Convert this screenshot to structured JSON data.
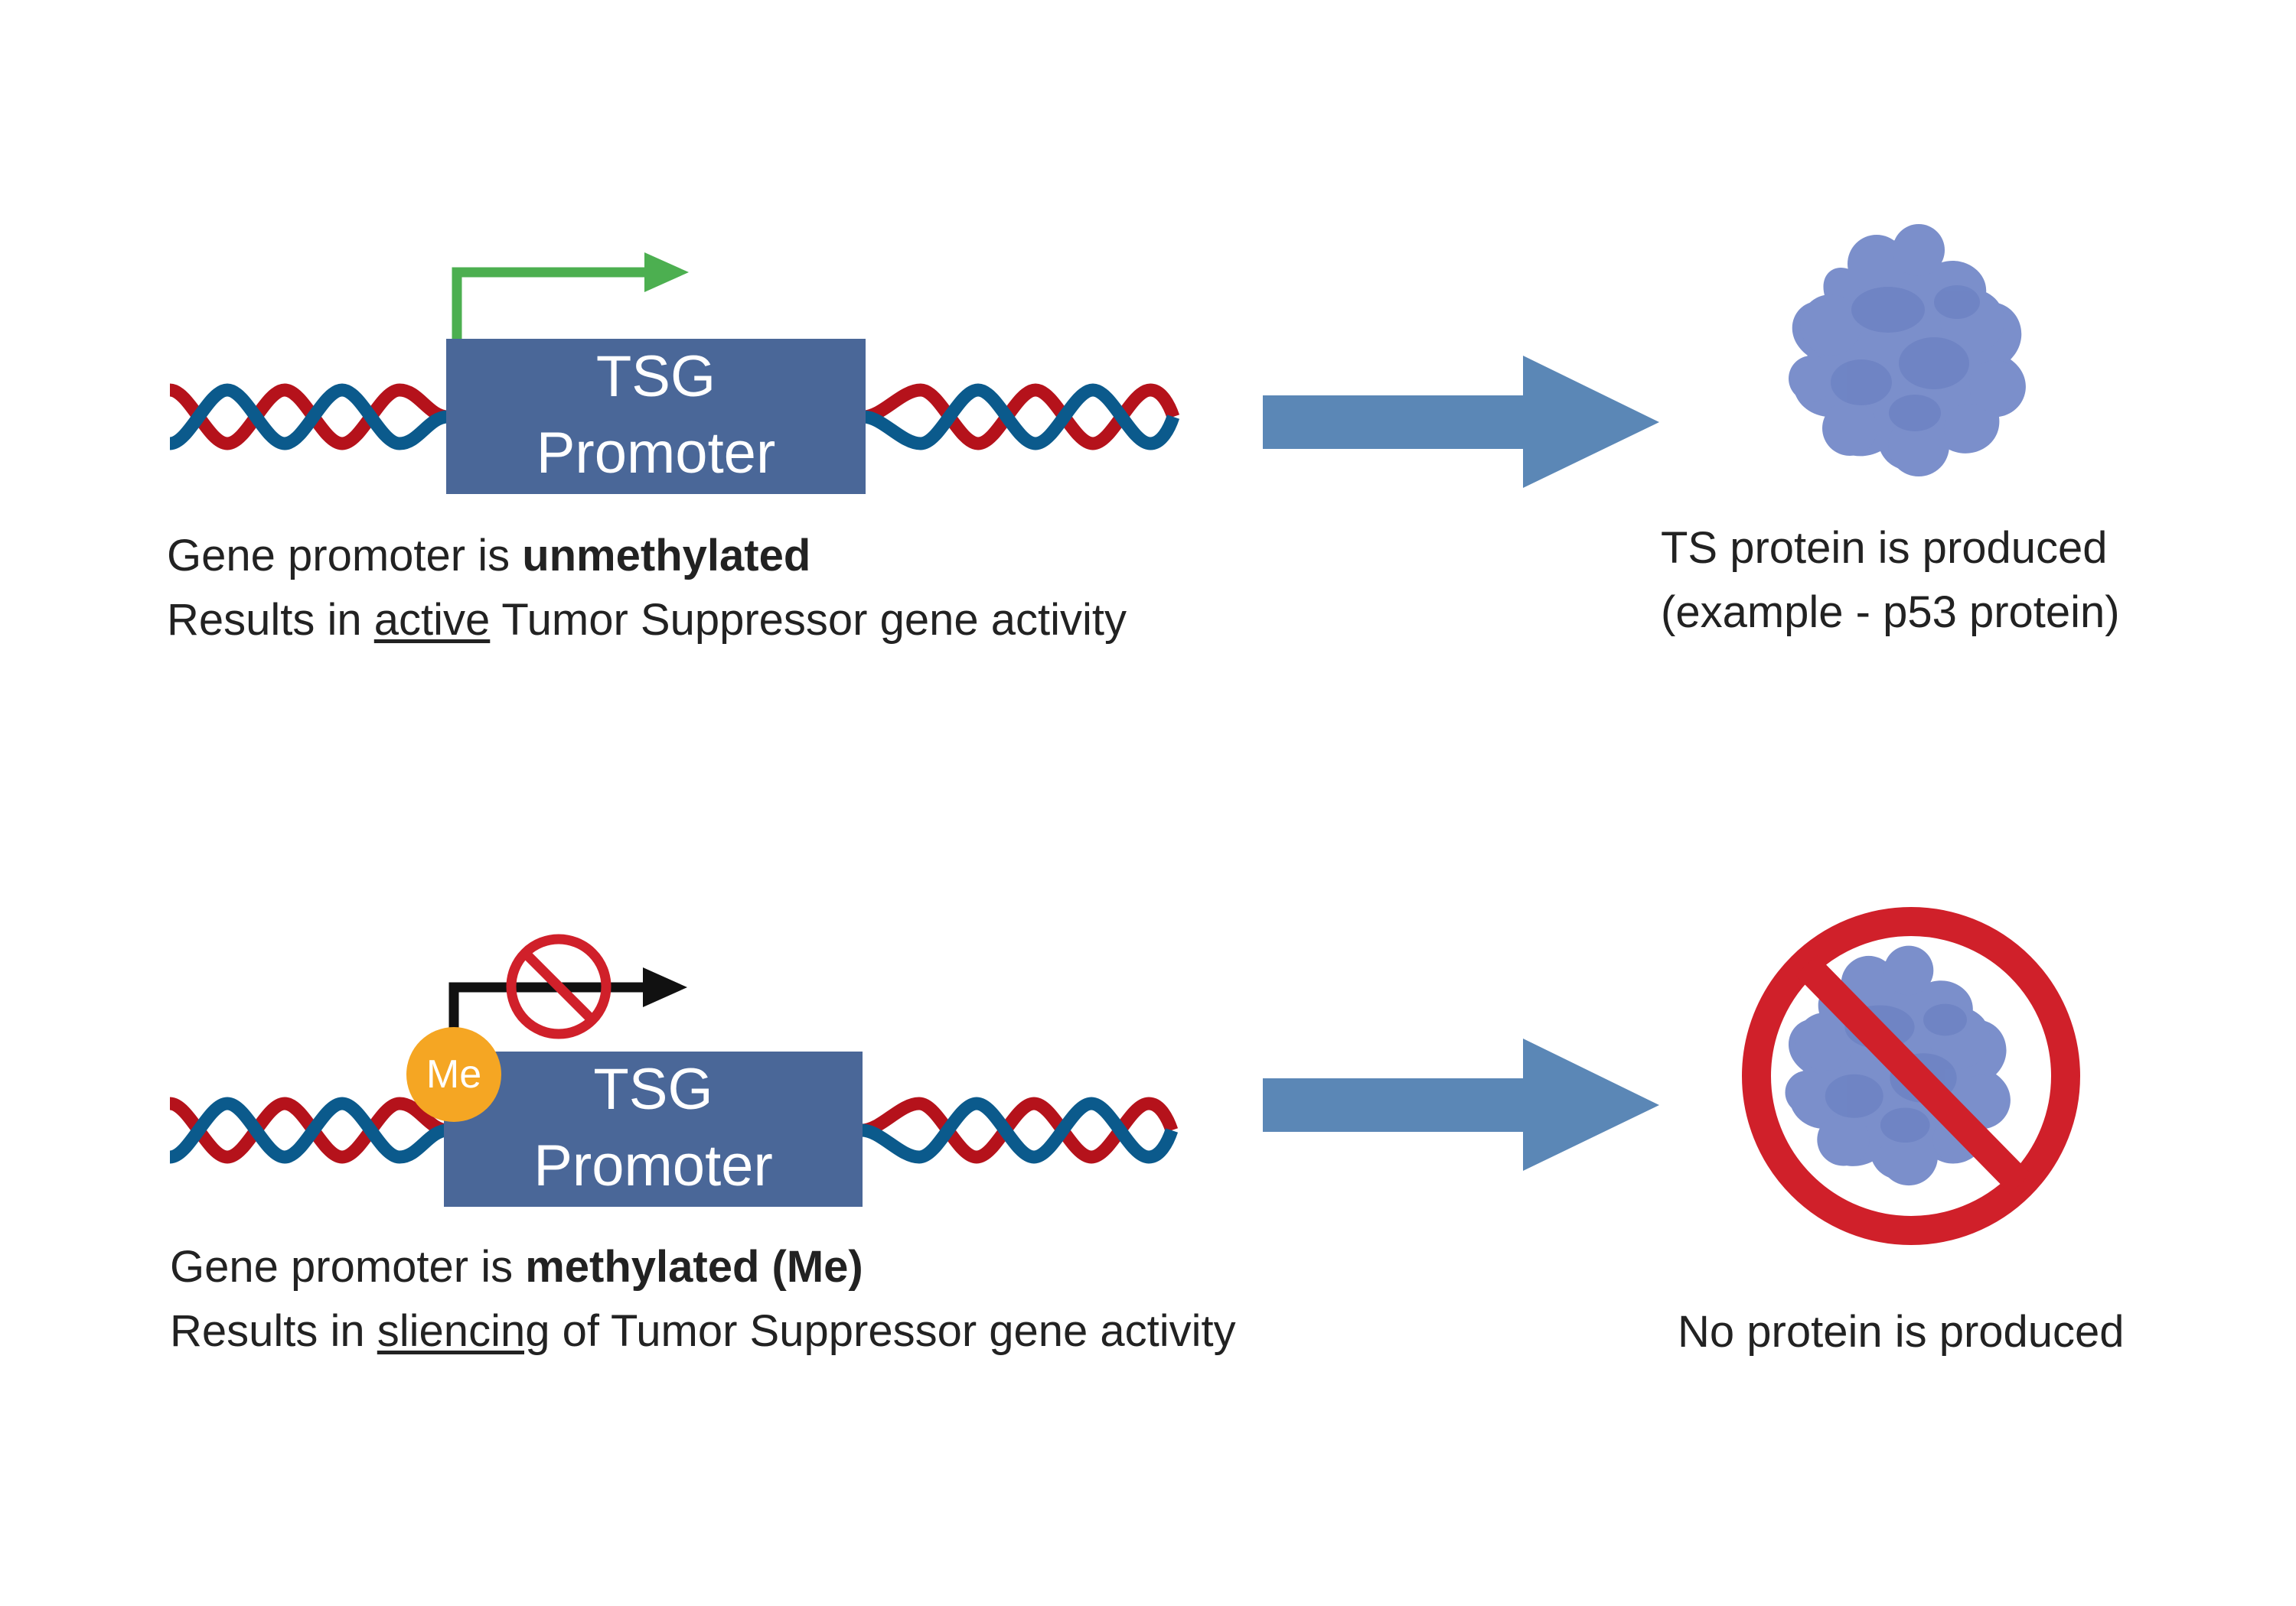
{
  "top_panel": {
    "box_label_line1": "TSG",
    "box_label_line2": "Promoter",
    "caption_line1_prefix": "Gene promoter is ",
    "caption_line1_bold": "unmethylated",
    "caption_line2_prefix": "Results in ",
    "caption_line2_underlined": "active",
    "caption_line2_suffix": " Tumor Suppressor gene activity",
    "result_line1": "TS protein is produced",
    "result_line2": "(example - p53 protein)"
  },
  "bottom_panel": {
    "methyl_label": "Me",
    "box_label_line1": "TSG",
    "box_label_line2": "Promoter",
    "caption_line1_prefix": "Gene promoter is ",
    "caption_line1_bold": "methylated (Me)",
    "caption_line2_prefix": "Results in ",
    "caption_line2_underlined": "sliencing",
    "caption_line2_suffix": " of Tumor Suppressor gene activity",
    "result_line1": "No protein is produced"
  },
  "colors": {
    "strand_red": "#b5121b",
    "strand_blue": "#0b5a8c",
    "promoter_box": "#4a6798",
    "active_arrow": "#4caf50",
    "blocked_arrow": "#111111",
    "process_arrow": "#5b87b6",
    "protein": "#7b8fcb",
    "prohibition": "#d0202a",
    "methyl": "#f5a623"
  },
  "icons": [
    "dna-helix",
    "transcription-arrow",
    "methyl-group",
    "no-symbol",
    "protein-blob"
  ]
}
